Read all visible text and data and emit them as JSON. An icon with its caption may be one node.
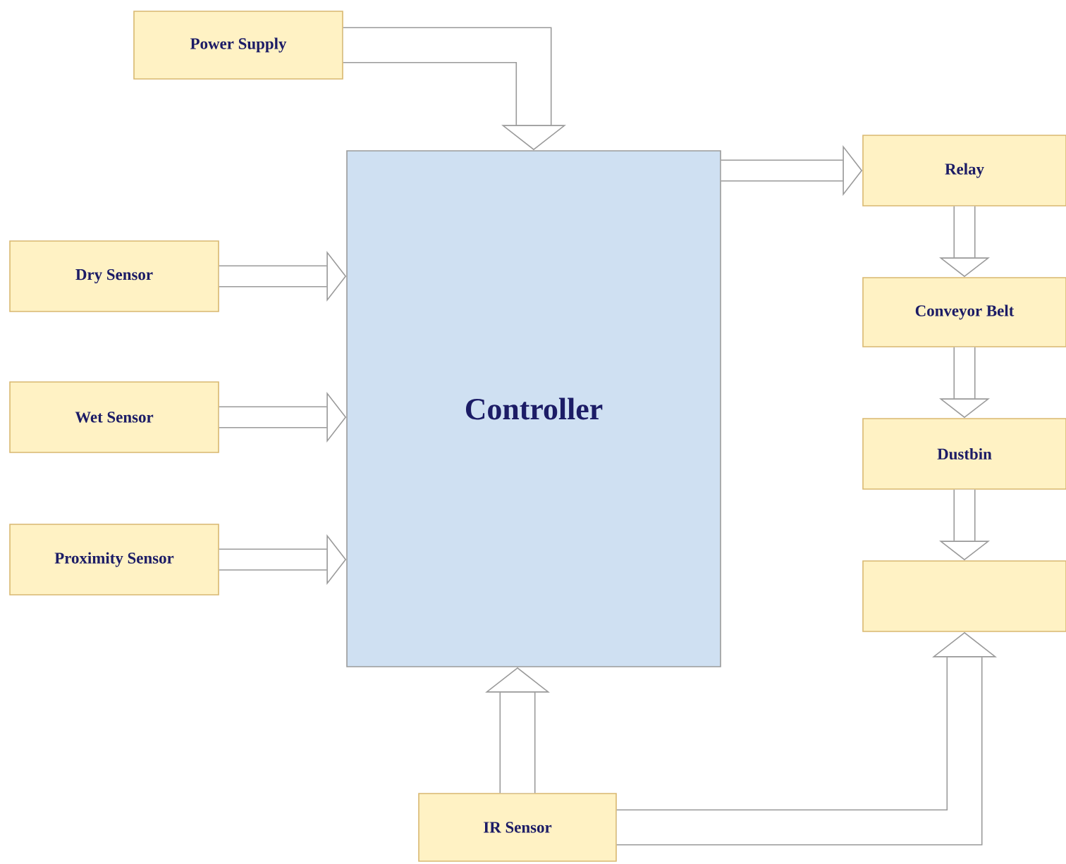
{
  "diagram": {
    "nodes": [
      {
        "text": [
          "Power Supply"
        ]
      },
      {
        "text": [
          "Controller"
        ]
      },
      {
        "text": [
          "Dry Sensor"
        ]
      },
      {
        "text": [
          "Wet Sensor"
        ]
      },
      {
        "text": [
          "Proximity Sensor"
        ]
      },
      {
        "text": [
          "Relay"
        ]
      },
      {
        "text": [
          "Conveyor Belt"
        ]
      },
      {
        "text": [
          "Dustbin"
        ]
      },
      {
        "text": [],
        "shape": "box"
      },
      {
        "text": [
          "IR Sensor"
        ]
      }
    ],
    "edges": [
      {
        "from": 0,
        "to": 1,
        "arrow": "to"
      },
      {
        "from": 2,
        "to": 1,
        "arrow": "to"
      },
      {
        "from": 3,
        "to": 1,
        "arrow": "to"
      },
      {
        "from": 4,
        "to": 1,
        "arrow": "to"
      },
      {
        "from": 1,
        "to": 5,
        "arrow": "to"
      },
      {
        "from": 5,
        "to": 6,
        "arrow": "to"
      },
      {
        "from": 6,
        "to": 7,
        "arrow": "to"
      },
      {
        "from": 7,
        "to": 8,
        "arrow": "to"
      },
      {
        "from": 9,
        "to": 1,
        "arrow": "to"
      },
      {
        "from": 9,
        "to": 8,
        "arrow": "to"
      }
    ]
  }
}
